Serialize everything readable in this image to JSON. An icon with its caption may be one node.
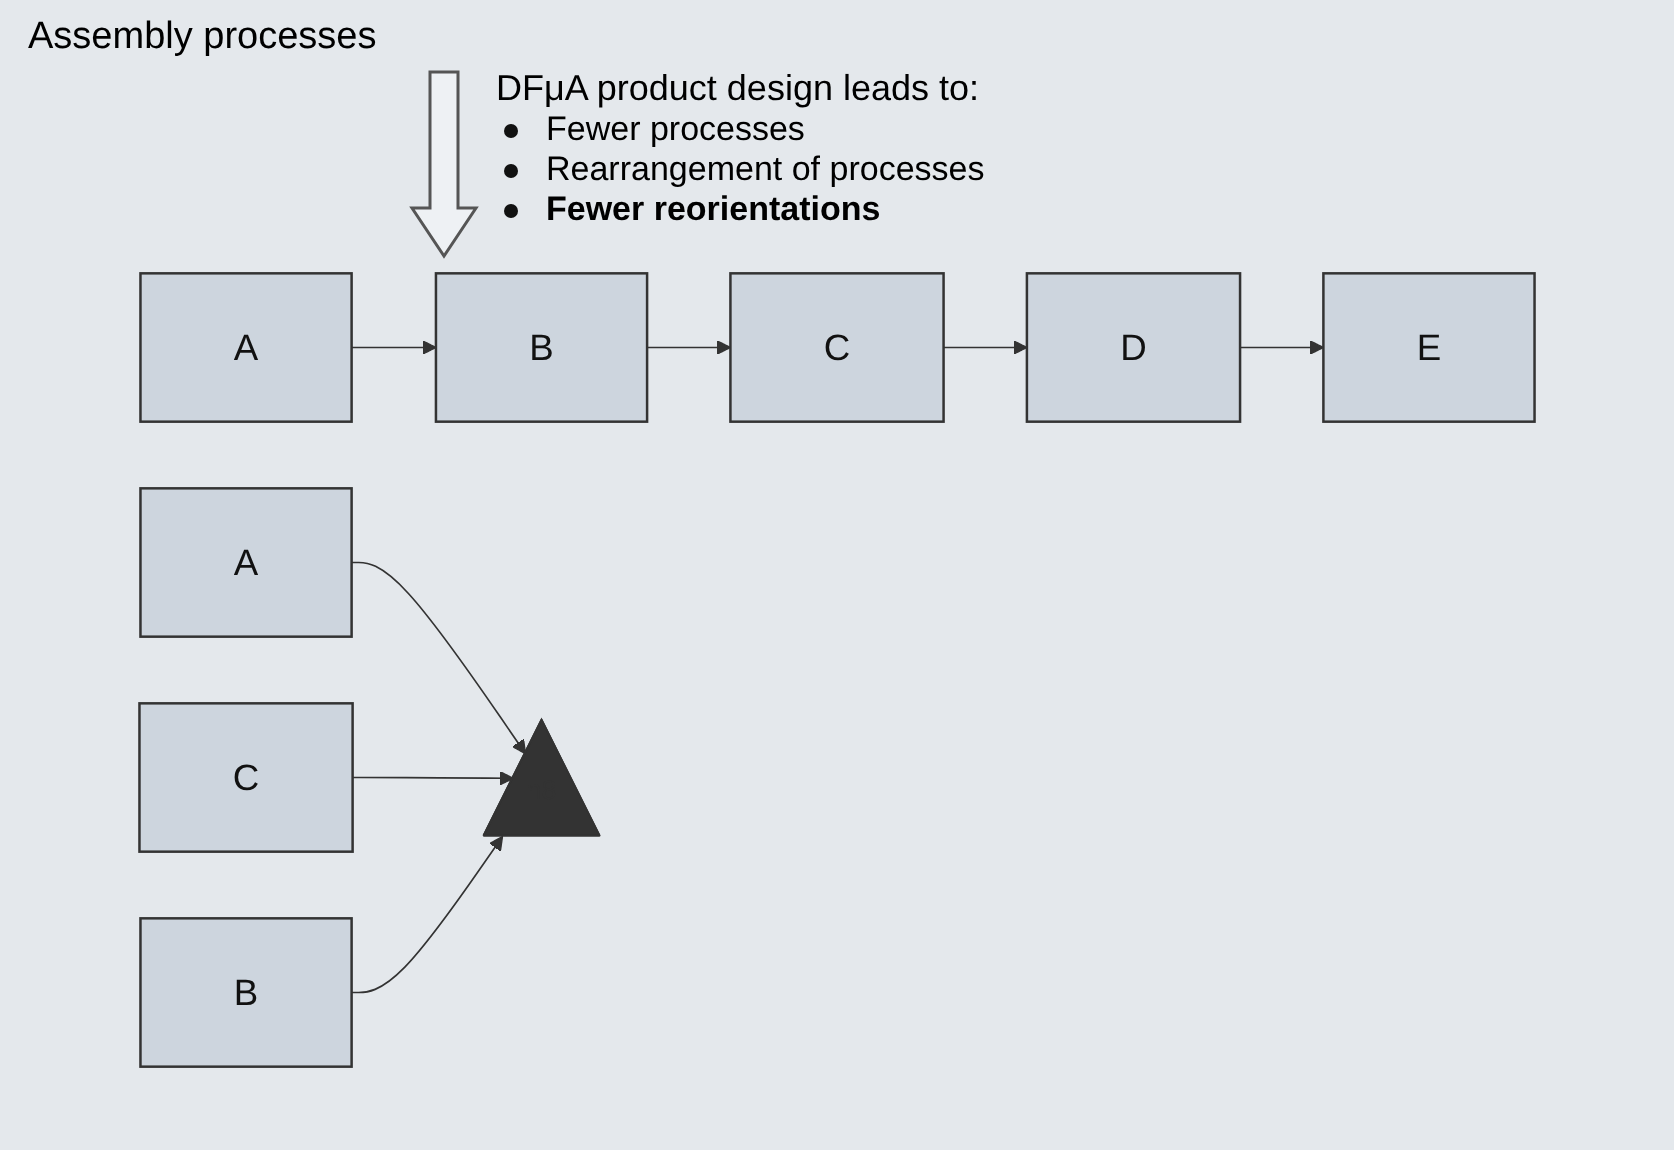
{
  "diagram": {
    "nodes": [
      {
        "text": [
          "A"
        ]
      },
      {
        "text": [
          "B"
        ]
      },
      {
        "text": [
          "C"
        ]
      },
      {
        "text": [
          "D"
        ]
      },
      {
        "text": [
          "E"
        ]
      },
      {
        "text": [
          "A"
        ]
      },
      {
        "text": [
          "C"
        ]
      },
      {
        "text": [
          "B"
        ]
      },
      {
        "text": [],
        "shape": "triangle"
      }
    ],
    "edges": [
      {
        "from": 0,
        "to": 1,
        "arrow": "to"
      },
      {
        "from": 1,
        "to": 2,
        "arrow": "to"
      },
      {
        "from": 2,
        "to": 3,
        "arrow": "to"
      },
      {
        "from": 3,
        "to": 4,
        "arrow": "to"
      },
      {
        "from": 5,
        "to": 8,
        "arrow": "to"
      },
      {
        "from": 6,
        "to": 8,
        "arrow": "to"
      },
      {
        "from": 7,
        "to": 8,
        "arrow": "to"
      }
    ],
    "labels": [
      "Assembly processes",
      "DFμA product design leads to:",
      "Fewer processes",
      "Rearrangement of processes",
      "Fewer reorientations"
    ]
  }
}
